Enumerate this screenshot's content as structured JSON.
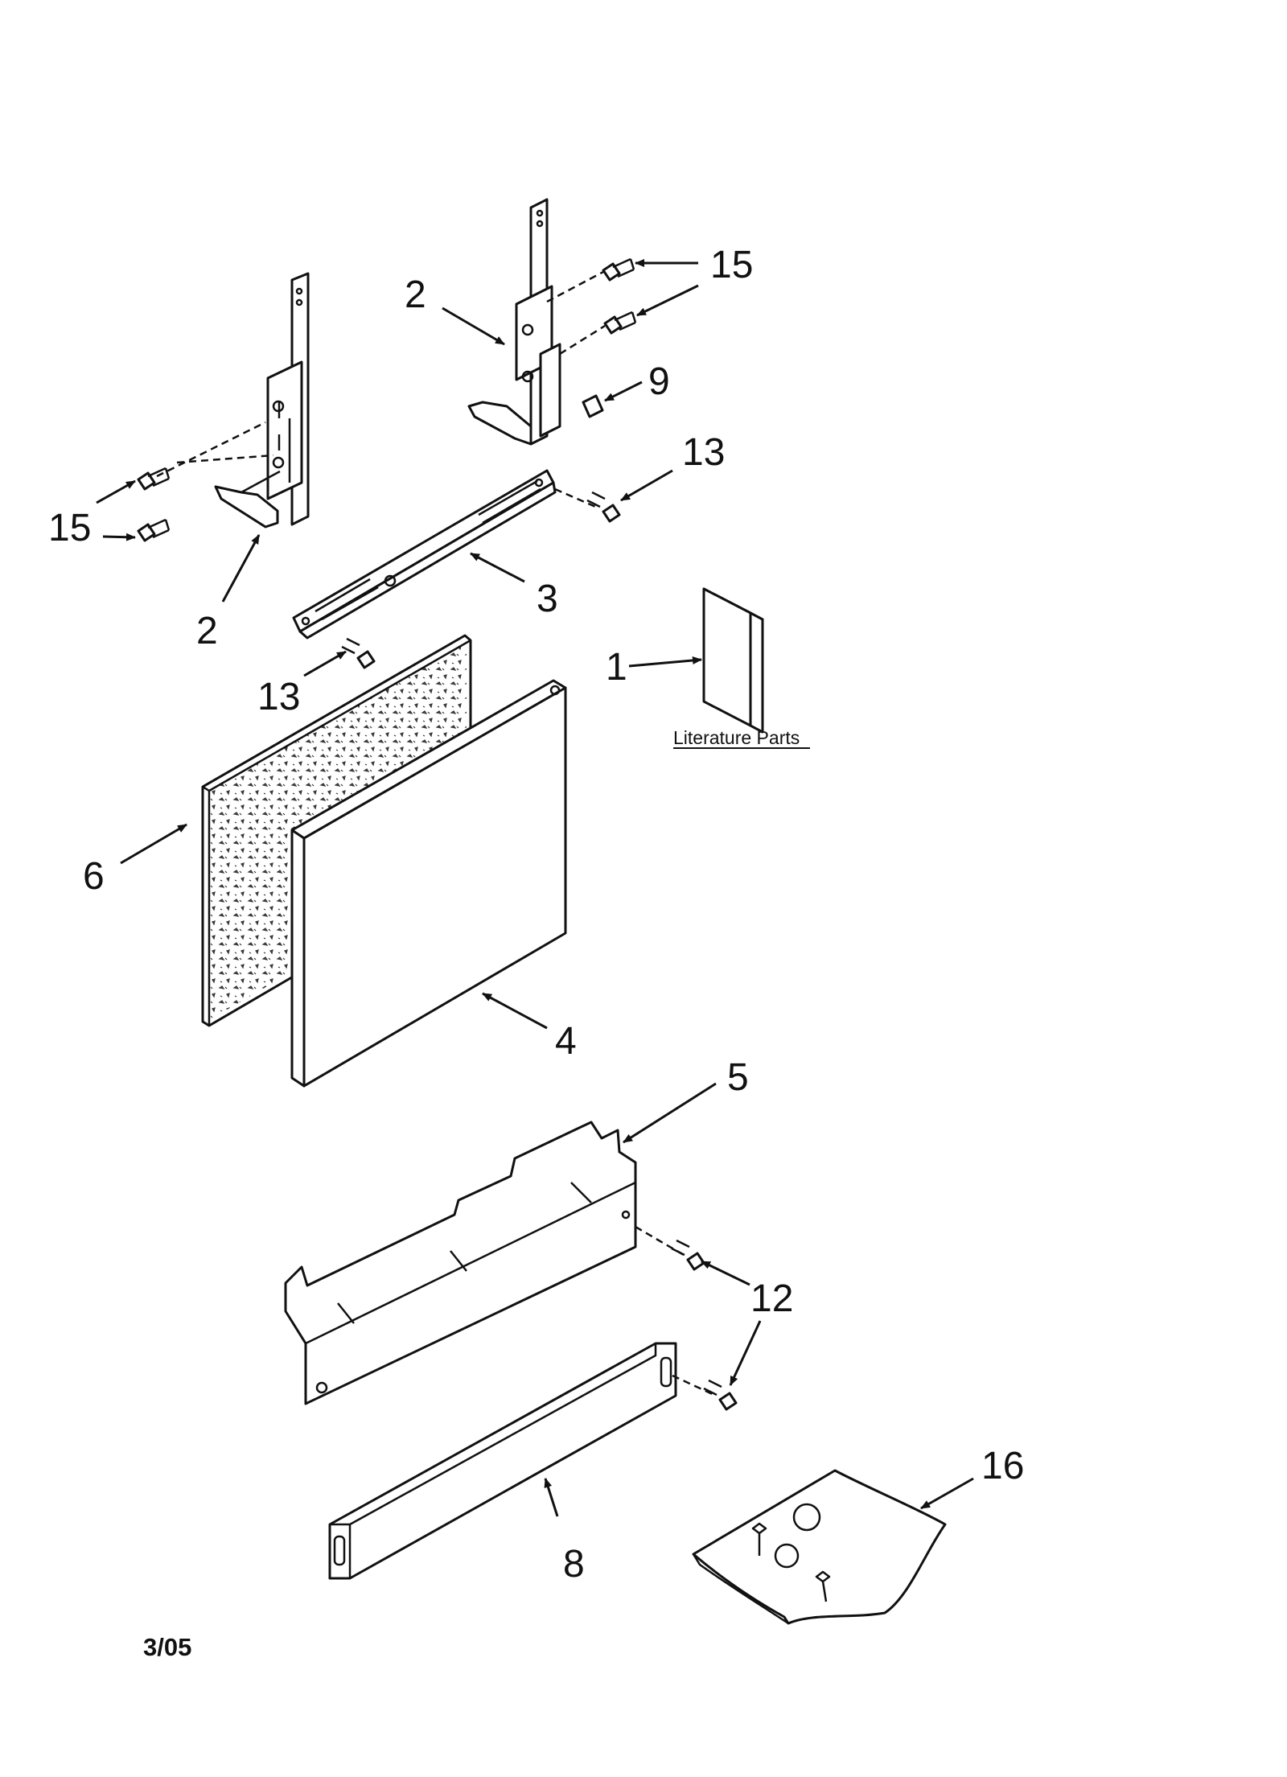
{
  "callouts": [
    {
      "id": "bracket-left",
      "label": "2"
    },
    {
      "id": "bracket-right",
      "label": "2"
    },
    {
      "id": "screw-upper-right",
      "label": "15"
    },
    {
      "id": "screw-left",
      "label": "15"
    },
    {
      "id": "clip",
      "label": "9"
    },
    {
      "id": "screw-rail-right",
      "label": "13"
    },
    {
      "id": "screw-rail-left",
      "label": "13"
    },
    {
      "id": "rail",
      "label": "3"
    },
    {
      "id": "literature",
      "label": "1"
    },
    {
      "id": "insulation",
      "label": "6"
    },
    {
      "id": "panel",
      "label": "4"
    },
    {
      "id": "toe-panel",
      "label": "5"
    },
    {
      "id": "screw-toe",
      "label": "12"
    },
    {
      "id": "kick-plate",
      "label": "8"
    },
    {
      "id": "parts-bag",
      "label": "16"
    }
  ],
  "literature_caption": "Literature Parts",
  "date_code": "3/05"
}
